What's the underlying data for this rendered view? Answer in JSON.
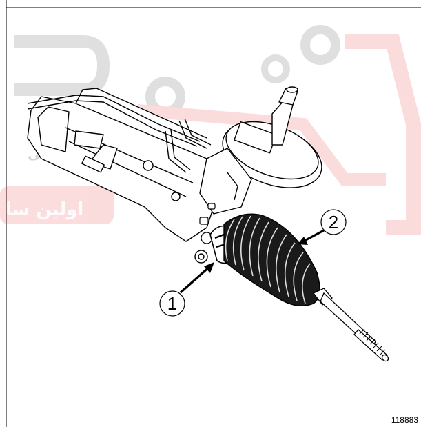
{
  "watermark": {
    "line1": "دیجی",
    "line2": "اولین سا",
    "color": "#e8434a"
  },
  "callouts": [
    {
      "label": "1"
    },
    {
      "label": "2"
    }
  ],
  "figure_number": "118883",
  "colors": {
    "stroke": "#000000",
    "boot": "#1a1a1a",
    "background": "#ffffff"
  }
}
